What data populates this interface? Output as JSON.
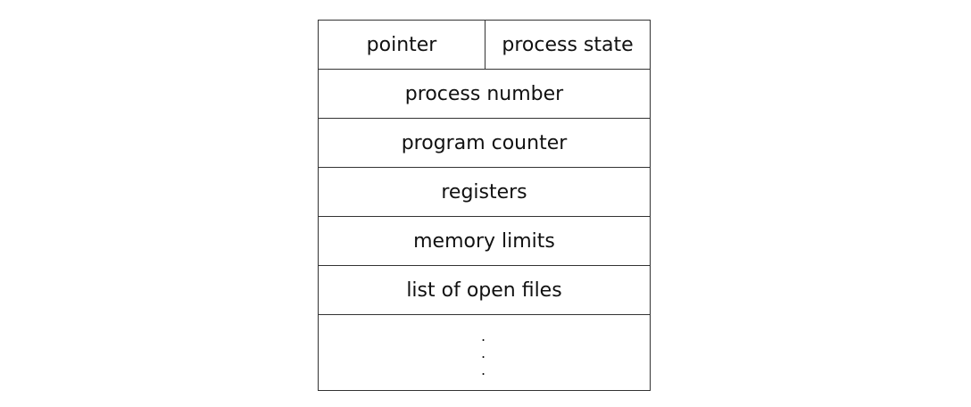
{
  "pcb": {
    "top_row": {
      "left": "pointer",
      "right": "process state"
    },
    "rows": [
      "process number",
      "program counter",
      "registers",
      "memory limits",
      "list of open files"
    ],
    "ellipsis": [
      ".",
      ".",
      "."
    ]
  }
}
